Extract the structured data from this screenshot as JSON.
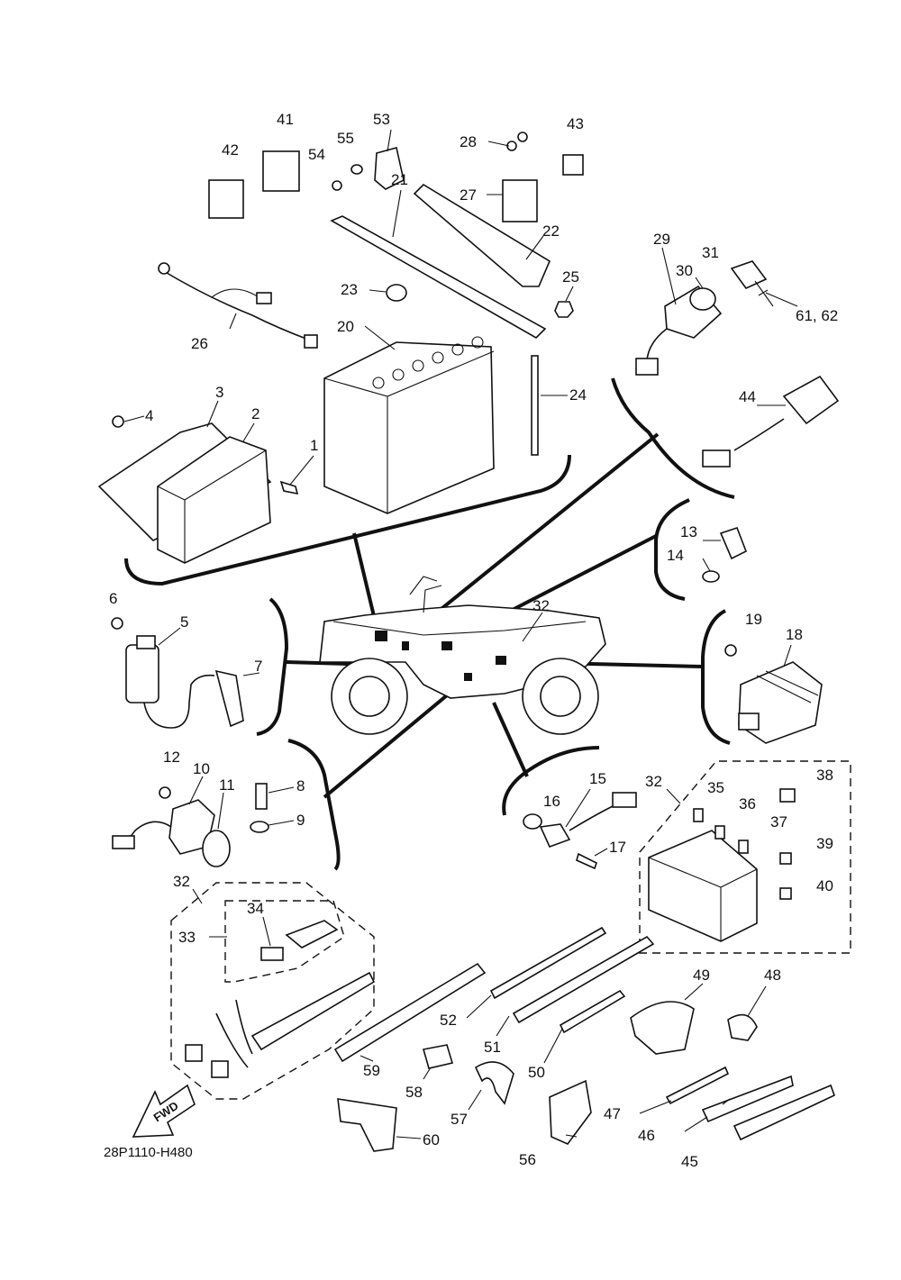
{
  "diagram_code": "28P1110-H480",
  "fwd_label": "FWD",
  "callouts": [
    "1",
    "2",
    "3",
    "4",
    "5",
    "6",
    "7",
    "8",
    "9",
    "10",
    "11",
    "12",
    "13",
    "14",
    "15",
    "16",
    "17",
    "18",
    "19",
    "20",
    "21",
    "22",
    "23",
    "24",
    "25",
    "26",
    "27",
    "28",
    "29",
    "30",
    "31",
    "32",
    "33",
    "34",
    "35",
    "36",
    "37",
    "38",
    "39",
    "40",
    "41",
    "42",
    "43",
    "44",
    "45",
    "46",
    "47",
    "48",
    "49",
    "50",
    "51",
    "52",
    "53",
    "54",
    "55",
    "56",
    "57",
    "58",
    "59",
    "60",
    "61, 62"
  ]
}
